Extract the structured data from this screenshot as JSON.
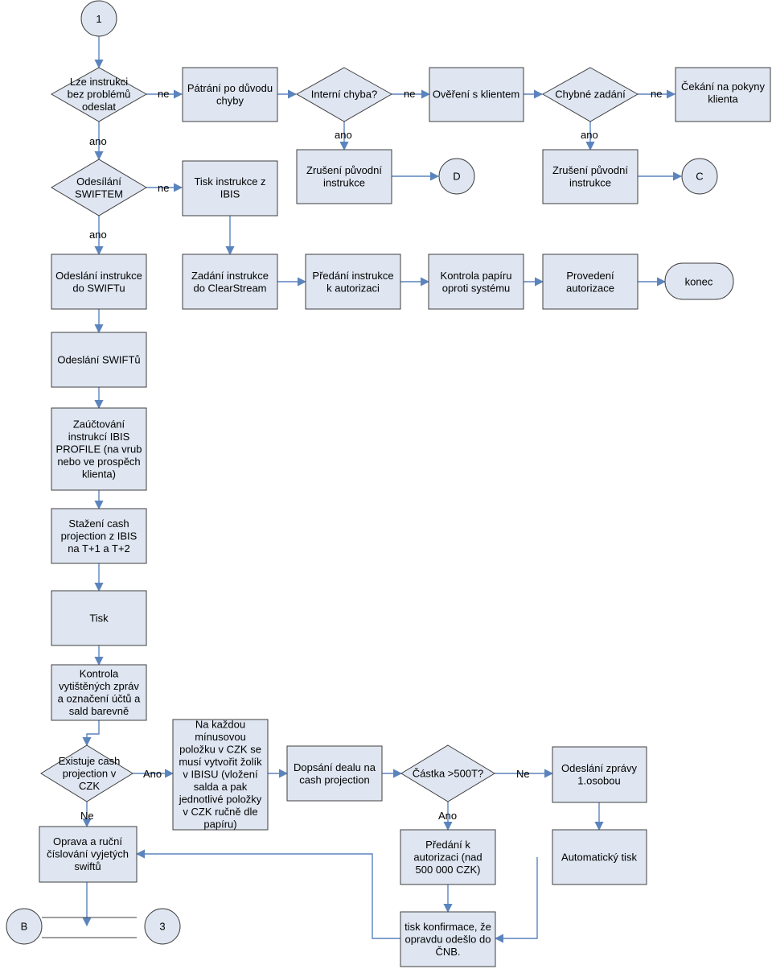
{
  "nodes": {
    "start1": "1",
    "lze": [
      "Lze instrukci",
      "bez problémů",
      "odeslat"
    ],
    "patrani": [
      "Pátrání po důvodu",
      "chyby"
    ],
    "interni": [
      "Interní chyba?"
    ],
    "overeni": [
      "Ověření s klientem"
    ],
    "chybne": [
      "Chybné zadání"
    ],
    "cekani": [
      "Čekání na pokyny",
      "klienta"
    ],
    "zruseni1": [
      "Zrušení původní",
      "instrukce"
    ],
    "D": "D",
    "zruseni2": [
      "Zrušení původní",
      "instrukce"
    ],
    "C": "C",
    "odesilani": [
      "Odesílání",
      "SWIFTEM"
    ],
    "tisk_ibis": [
      "Tisk instrukce z",
      "IBIS"
    ],
    "odeslani_instr": [
      "Odeslání instrukce",
      "do SWIFTu"
    ],
    "zadani": [
      "Zadání instrukce",
      "do ClearStream"
    ],
    "predani": [
      "Předání instrukce",
      "k autorizaci"
    ],
    "kontrola_papiru": [
      "Kontrola papíru",
      "oproti systému"
    ],
    "provedeni": [
      "Provedení",
      "autorizace"
    ],
    "konec": "konec",
    "odeslani_swiftu": [
      "Odeslání SWIFTů"
    ],
    "zauctovani": [
      "Zaúčtování",
      "instrukcí IBIS",
      "PROFILE (na vrub",
      "nebo ve prospěch",
      "klienta)"
    ],
    "stazeni": [
      "Stažení cash",
      "projection z IBIS",
      "na T+1 a T+2"
    ],
    "tisk": [
      "Tisk"
    ],
    "kontrola": [
      "Kontrola",
      "vytištěných zpráv",
      "a označení účtů a",
      "sald barevně"
    ],
    "existuje": [
      "Existuje cash",
      "projection v",
      "CZK"
    ],
    "na_kazdou": [
      "Na každou",
      "mínusovou",
      "položku v CZK se",
      "musí vytvořit žolík",
      "v IBISU (vložení",
      "salda a pak",
      "jednotlivé položky",
      "v CZK ručně dle",
      "papíru)"
    ],
    "dopsani": [
      "Dopsání dealu na",
      "cash projection"
    ],
    "castka": [
      "Částka >500T?"
    ],
    "odeslani_zpravy": [
      "Odeslání zprávy",
      "1.osobou"
    ],
    "oprava": [
      "Oprava a ruční",
      "číslování vyjetých",
      "swiftů"
    ],
    "predani_k": [
      "Předání k",
      "autorizaci (nad",
      "500 000 CZK)"
    ],
    "automaticky": [
      "Automatický tisk"
    ],
    "tisk_konf": [
      "tisk konfirmace, že",
      "opravdu odešlo do",
      "ČNB."
    ],
    "B": "B",
    "three": "3"
  },
  "edges": {
    "ne": "ne",
    "ano": "ano",
    "Ne": "Ne",
    "Ano": "Ano"
  }
}
